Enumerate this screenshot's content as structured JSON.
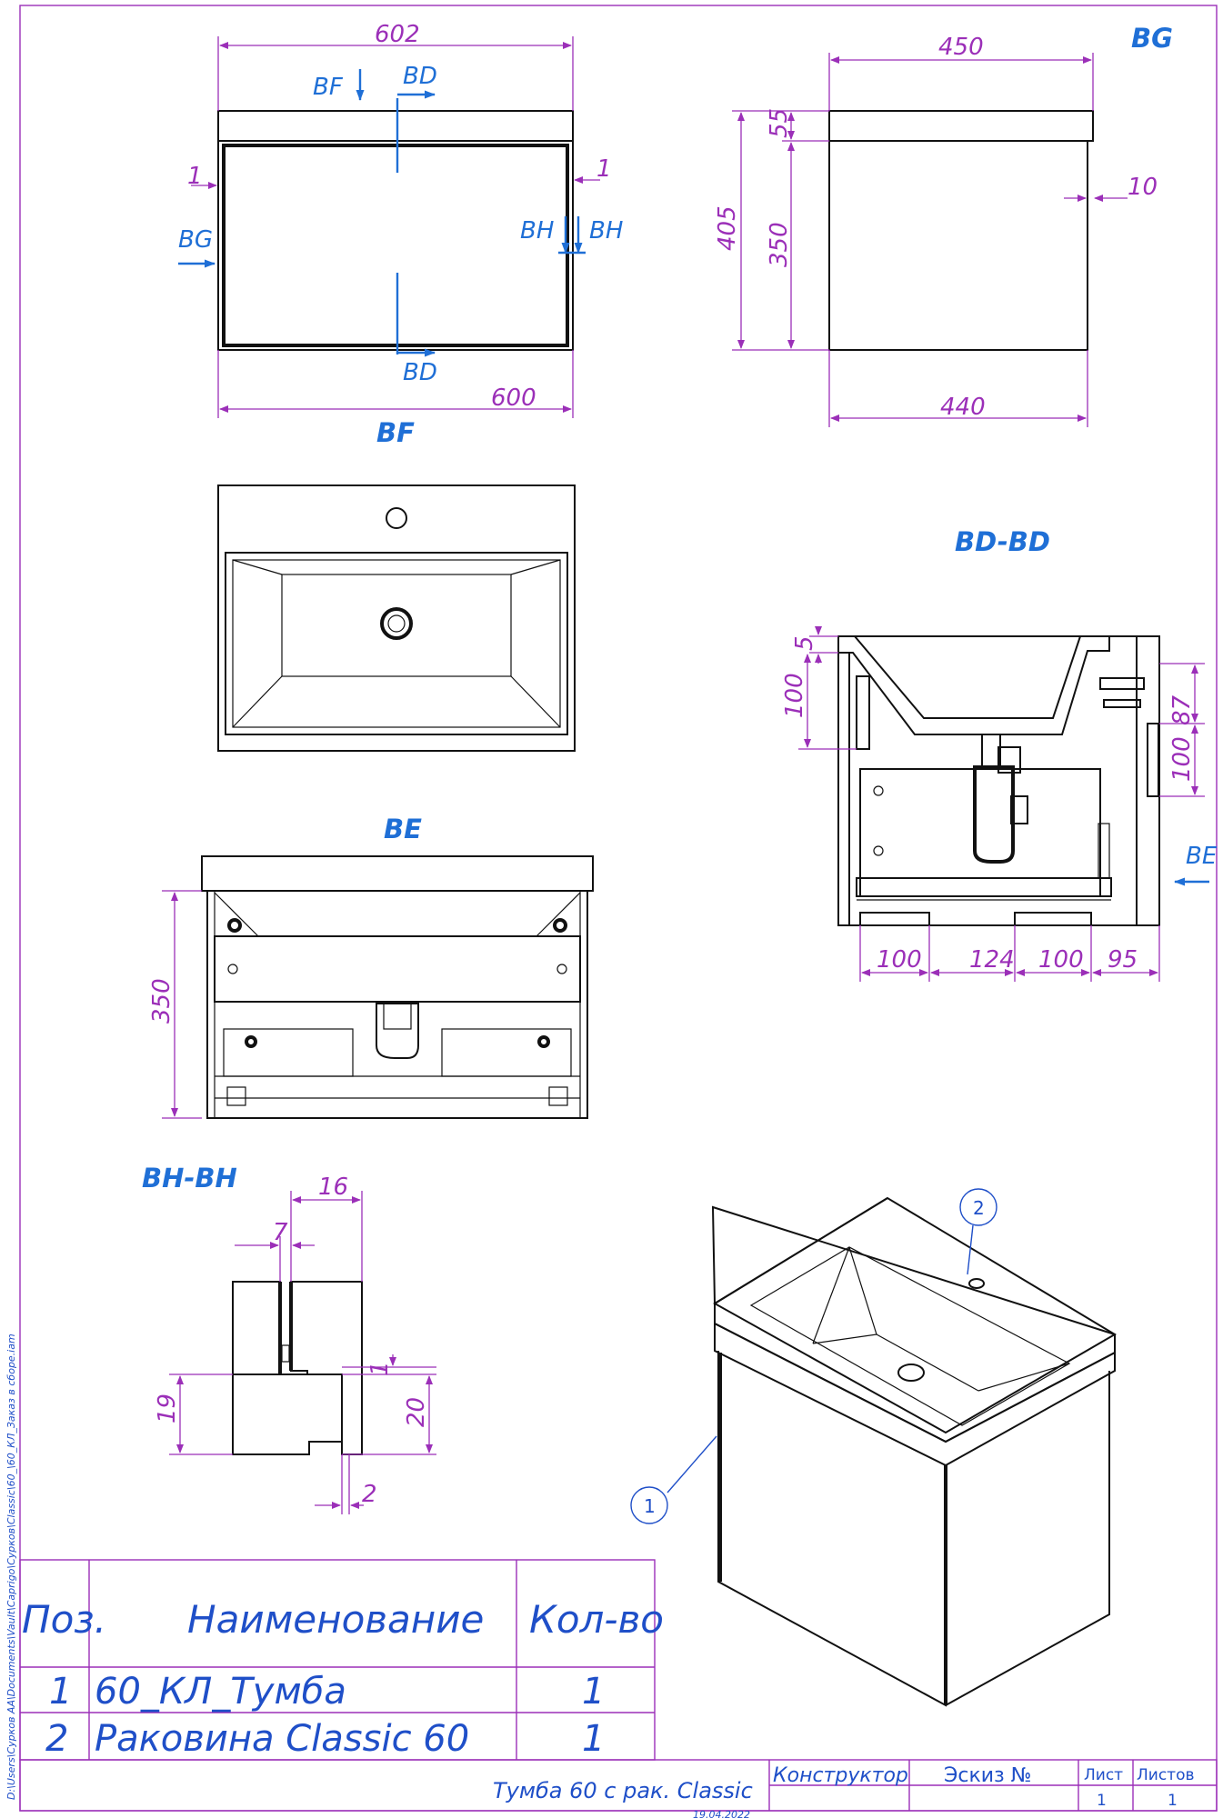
{
  "views": {
    "front": {
      "dims": {
        "top_width": "602",
        "bottom_width": "600",
        "gap_left": "1",
        "gap_right": "1"
      },
      "cuts": {
        "bf": "BF",
        "bd_top": "BD",
        "bd_bottom": "BD",
        "bg": "BG",
        "bh_left": "BH",
        "bh_right": "BH"
      },
      "label": "BF"
    },
    "side": {
      "label": "BG",
      "dims": {
        "top_depth": "450",
        "bottom_depth": "440",
        "height_total": "405",
        "height_body": "350",
        "top_thick": "55",
        "gap": "10"
      }
    },
    "section_bd": {
      "label": "BD-BD",
      "dims": {
        "d5": "5",
        "d100_left": "100",
        "d87": "87",
        "d100_right": "100",
        "b100_a": "100",
        "b124": "124",
        "b100_b": "100",
        "b95": "95"
      },
      "cut_be": "BE"
    },
    "be": {
      "label": "BE",
      "dims": {
        "height": "350"
      }
    },
    "section_bh": {
      "label": "BH-BH",
      "dims": {
        "d16": "16",
        "d7": "7",
        "d1": "1",
        "d19": "19",
        "d20": "20",
        "d2": "2"
      }
    }
  },
  "balloons": {
    "b1": "1",
    "b2": "2"
  },
  "parts_table": {
    "headers": {
      "pos": "Поз.",
      "name": "Наименование",
      "qty": "Кол-во"
    },
    "rows": [
      {
        "pos": "1",
        "name": "60_КЛ_Тумба",
        "qty": "1"
      },
      {
        "pos": "2",
        "name": "Раковина Classic 60",
        "qty": "1"
      }
    ]
  },
  "title_block": {
    "title": "Тумба 60 с рак. Classic",
    "designer_label": "Конструктор",
    "sketch_label": "Эскиз №",
    "sheet_label": "Лист",
    "sheets_label": "Листов",
    "sheet_value": "1",
    "sheets_value": "1",
    "date": "19.04.2022"
  },
  "file_path": "D:\\Users\\Сурков АА\\Documents\\Vault\\Caprigo\\Сурков\\Classic\\60_\\60_КЛ_Заказ в сборе.iam"
}
